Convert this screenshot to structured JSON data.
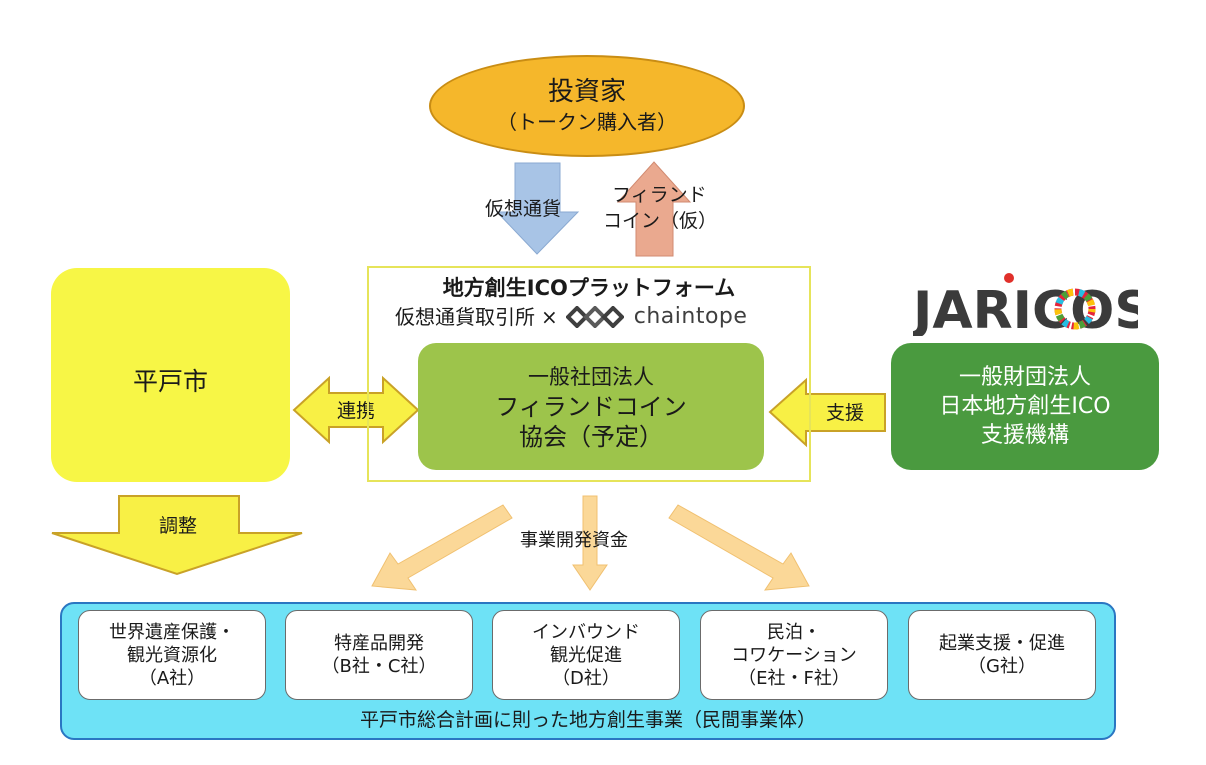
{
  "investor": {
    "title": "投資家",
    "subtitle": "（トークン購入者）"
  },
  "flows": {
    "down_label": "仮想通貨",
    "up_label_line1": "フィランド",
    "up_label_line2": "コイン（仮）"
  },
  "platform": {
    "title": "地方創生ICOプラットフォーム",
    "exchange": "仮想通貨取引所",
    "times": "×",
    "partner": "chaintope"
  },
  "association": {
    "line1": "一般社団法人",
    "line2": "フィランドコイン",
    "line3": "協会（予定）"
  },
  "city": {
    "name": "平戸市"
  },
  "links": {
    "cooperation": "連携",
    "support": "支援",
    "coordination": "調整"
  },
  "jaricos": {
    "logo_text": "JARICOS",
    "line1": "一般財団法人",
    "line2": "日本地方創生ICO",
    "line3": "支援機構"
  },
  "funding_label": "事業開発資金",
  "businesses": [
    {
      "line1": "世界遺産保護・",
      "line2": "観光資源化",
      "line3": "（A社）"
    },
    {
      "line1": "特産品開発",
      "line2": "（B社・C社）",
      "line3": ""
    },
    {
      "line1": "インバウンド",
      "line2": "観光促進",
      "line3": "（D社）"
    },
    {
      "line1": "民泊・",
      "line2": "コワケーション",
      "line3": "（E社・F社）"
    },
    {
      "line1": "起業支援・促進",
      "line2": "（G社）",
      "line3": ""
    }
  ],
  "panel_caption": "平戸市総合計画に則った地方創生事業（民間事業体）",
  "colors": {
    "investor": "#f5b72b",
    "association": "#9dc44b",
    "city": "#f7f646",
    "jaricos_box": "#4a9a3f",
    "panel": "#6ee2f6",
    "funding_arrows": "#fbd898",
    "down_arrow": "#a8c4e6",
    "up_arrow": "#eaa98f",
    "yellow_arrows": "#f8f045"
  }
}
